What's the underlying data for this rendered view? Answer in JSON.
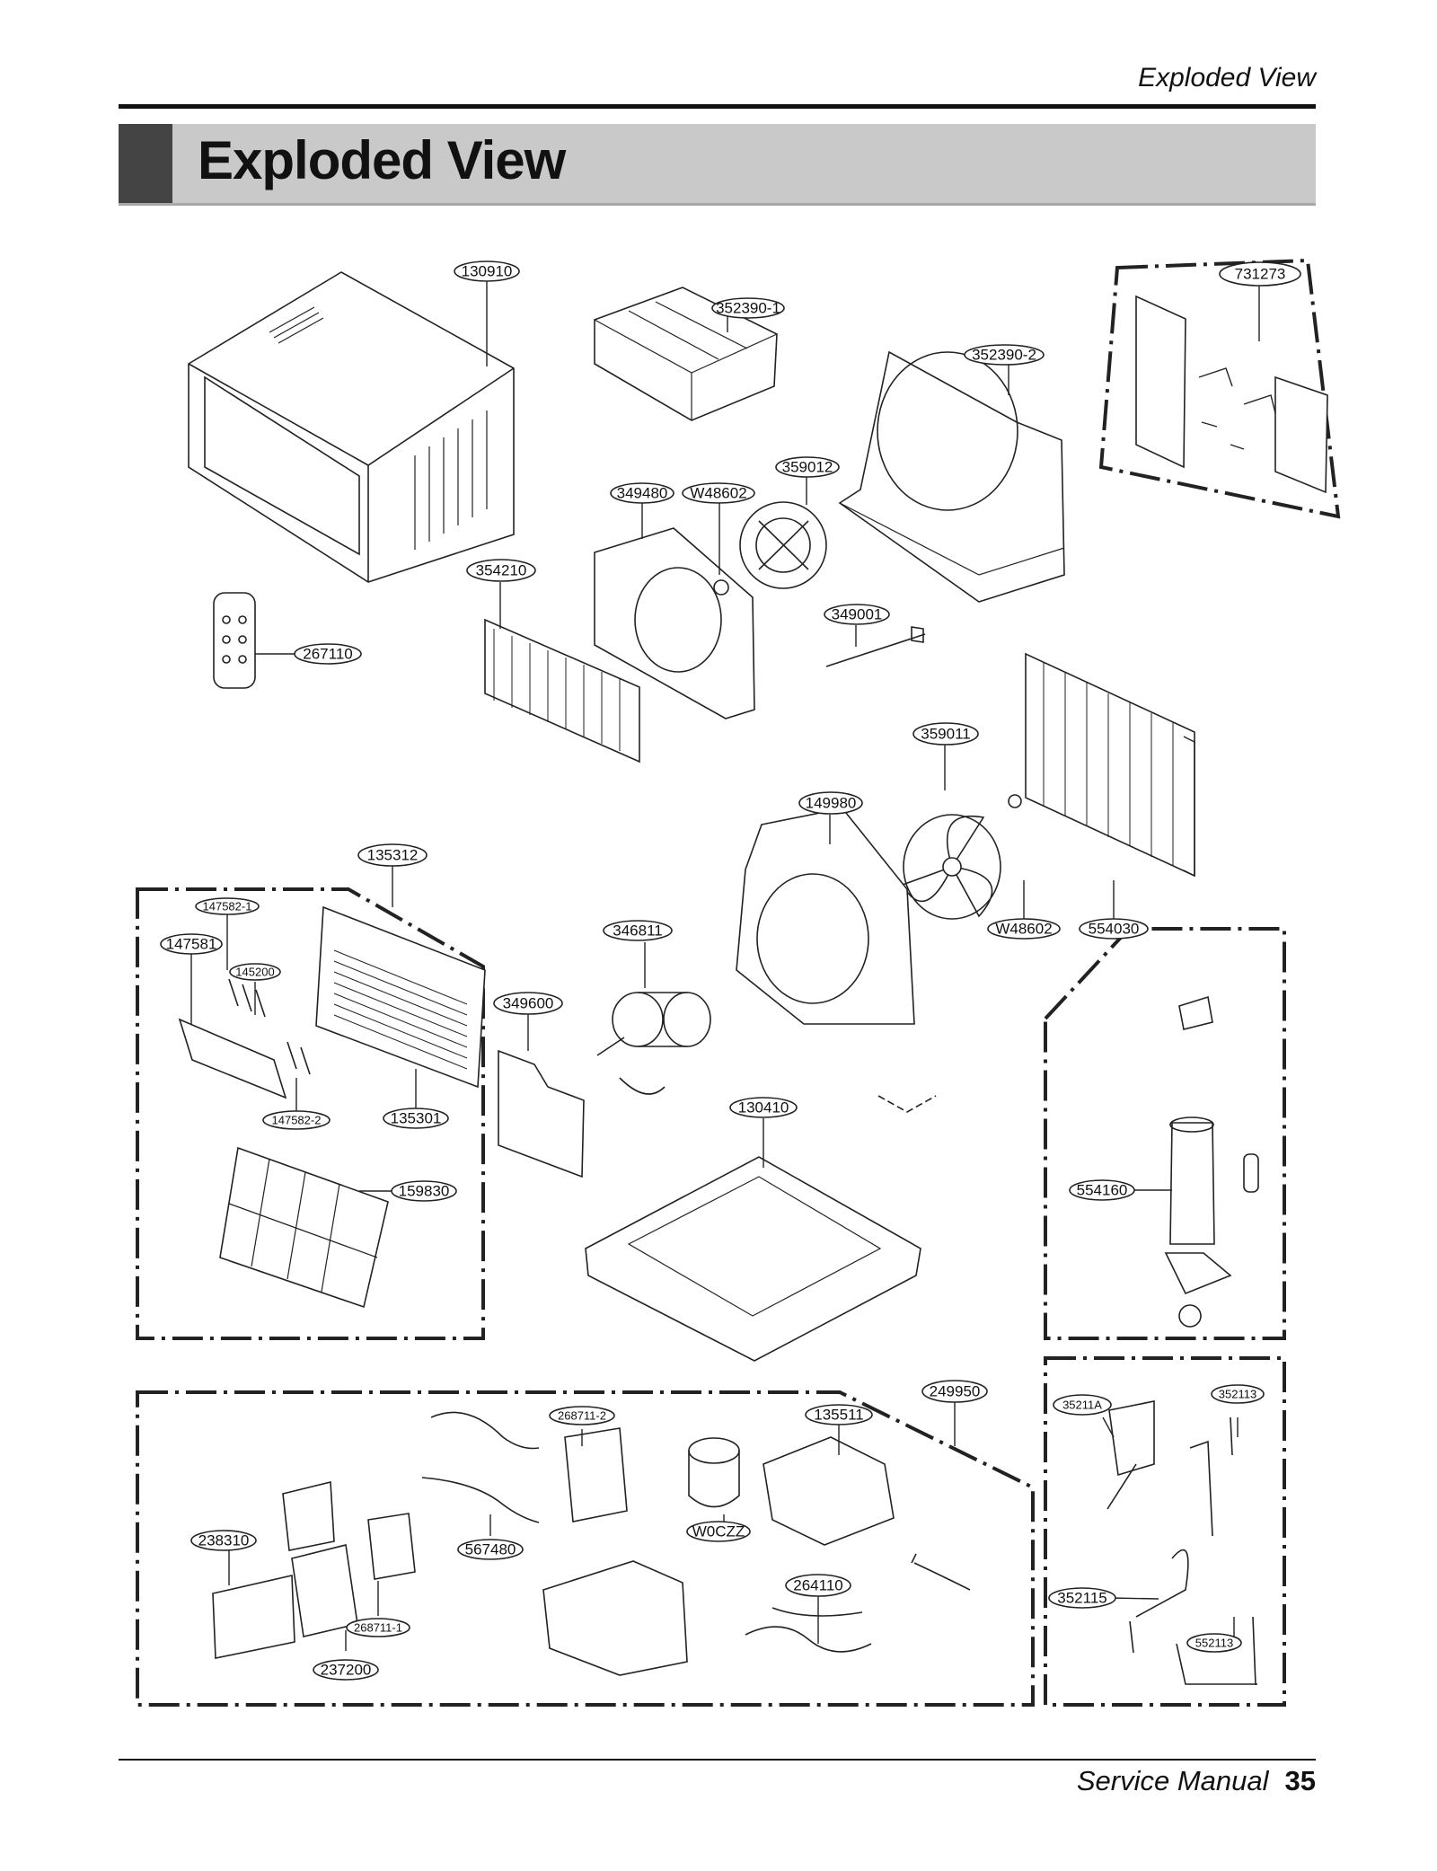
{
  "header": {
    "running_title": "Exploded View"
  },
  "banner": {
    "title": "Exploded View"
  },
  "parts": [
    "130910",
    "352390-1",
    "731273",
    "352390-2",
    "359012",
    "349480",
    "W48602",
    "354210",
    "349001",
    "267110",
    "359011",
    "149980",
    "135312",
    "147582-1",
    "147581",
    "145200",
    "346811",
    "349600",
    "W48602",
    "554030",
    "147582-2",
    "135301",
    "130410",
    "554160",
    "159830",
    "249950",
    "268711-2",
    "135511",
    "35211A",
    "352113",
    "W0CZZ",
    "567480",
    "238310",
    "264110",
    "352115",
    "268711-1",
    "552113",
    "237200"
  ],
  "footer": {
    "manual_label": "Service Manual",
    "page_number": "35"
  }
}
